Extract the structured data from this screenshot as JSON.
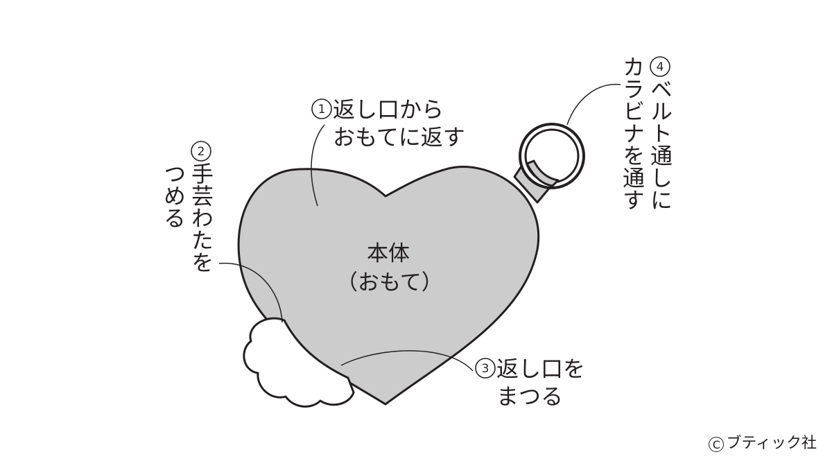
{
  "body_label": {
    "line1": "本体",
    "line2": "（おもて）"
  },
  "steps": {
    "step1": {
      "num": "1",
      "line1": "返し口から",
      "line2": "おもてに返す"
    },
    "step2": {
      "num": "2",
      "line1": "手芸わたを",
      "line2": "つめる"
    },
    "step3": {
      "num": "3",
      "line1": "返し口を",
      "line2": "まつる"
    },
    "step4": {
      "num": "4",
      "line1": "ベルト通しに",
      "line2": "カラビナを通す"
    }
  },
  "copyright": {
    "symbol": "C",
    "text": "ブティック社"
  },
  "colors": {
    "heart_fill": "#cccccc",
    "line": "#231f20",
    "background": "#ffffff"
  }
}
